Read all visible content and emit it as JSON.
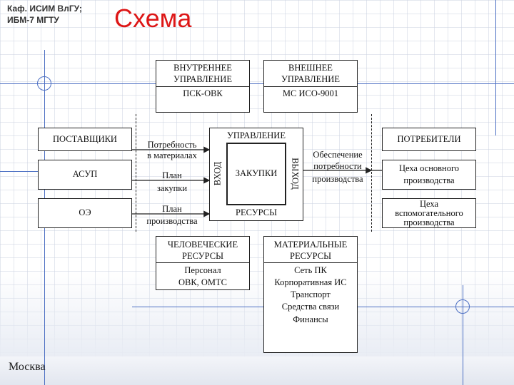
{
  "header": {
    "org_line1": "Каф. ИСИМ ВлГУ;",
    "org_line2": "ИБМ-7 МГТУ",
    "title": "Схема"
  },
  "diagram": {
    "internal_mgmt": {
      "line1": "ВНУТРЕННЕЕ",
      "line2": "УПРАВЛЕНИЕ",
      "sub": "ПСК-ОВК"
    },
    "external_mgmt": {
      "line1": "ВНЕШНЕЕ",
      "line2": "УПРАВЛЕНИЕ",
      "sub": "МС ИСО-9001"
    },
    "suppliers": "ПОСТАВЩИКИ",
    "asup": "АСУП",
    "oe": "ОЭ",
    "input_labels": {
      "need_line1": "Потребность",
      "need_line2": "в материалах",
      "plan_purchase_line1": "План",
      "plan_purchase_line2": "закупки",
      "plan_prod_line1": "План",
      "plan_prod_line2": "производства"
    },
    "center": {
      "top": "УПРАВЛЕНИЕ",
      "main": "ЗАКУПКИ",
      "bottom": "РЕСУРСЫ",
      "input": "ВХОД",
      "output": "ВЫХОД"
    },
    "output_label": {
      "line1": "Обеспечение",
      "line2": "потребности",
      "line3": "производства"
    },
    "consumers": "ПОТРЕБИТЕЛИ",
    "main_shops": {
      "line1": "Цеха основного",
      "line2": "производства"
    },
    "aux_shops": {
      "line1": "Цеха",
      "line2": "вспомогательного",
      "line3": "производства"
    },
    "human_res": {
      "line1": "ЧЕЛОВЕЧЕСКИЕ",
      "line2": "РЕСУРСЫ",
      "items": [
        "Персонал",
        "ОВК, ОМТС"
      ]
    },
    "material_res": {
      "line1": "МАТЕРИАЛЬНЫЕ",
      "line2": "РЕСУРСЫ",
      "items": [
        "Сеть ПК",
        "Корпоративная ИС",
        "Транспорт",
        "Средства связи",
        "Финансы"
      ]
    }
  },
  "footer": {
    "city": "Москва"
  },
  "colors": {
    "title": "#dd1616",
    "deco_lines": "#4c6fc3"
  }
}
